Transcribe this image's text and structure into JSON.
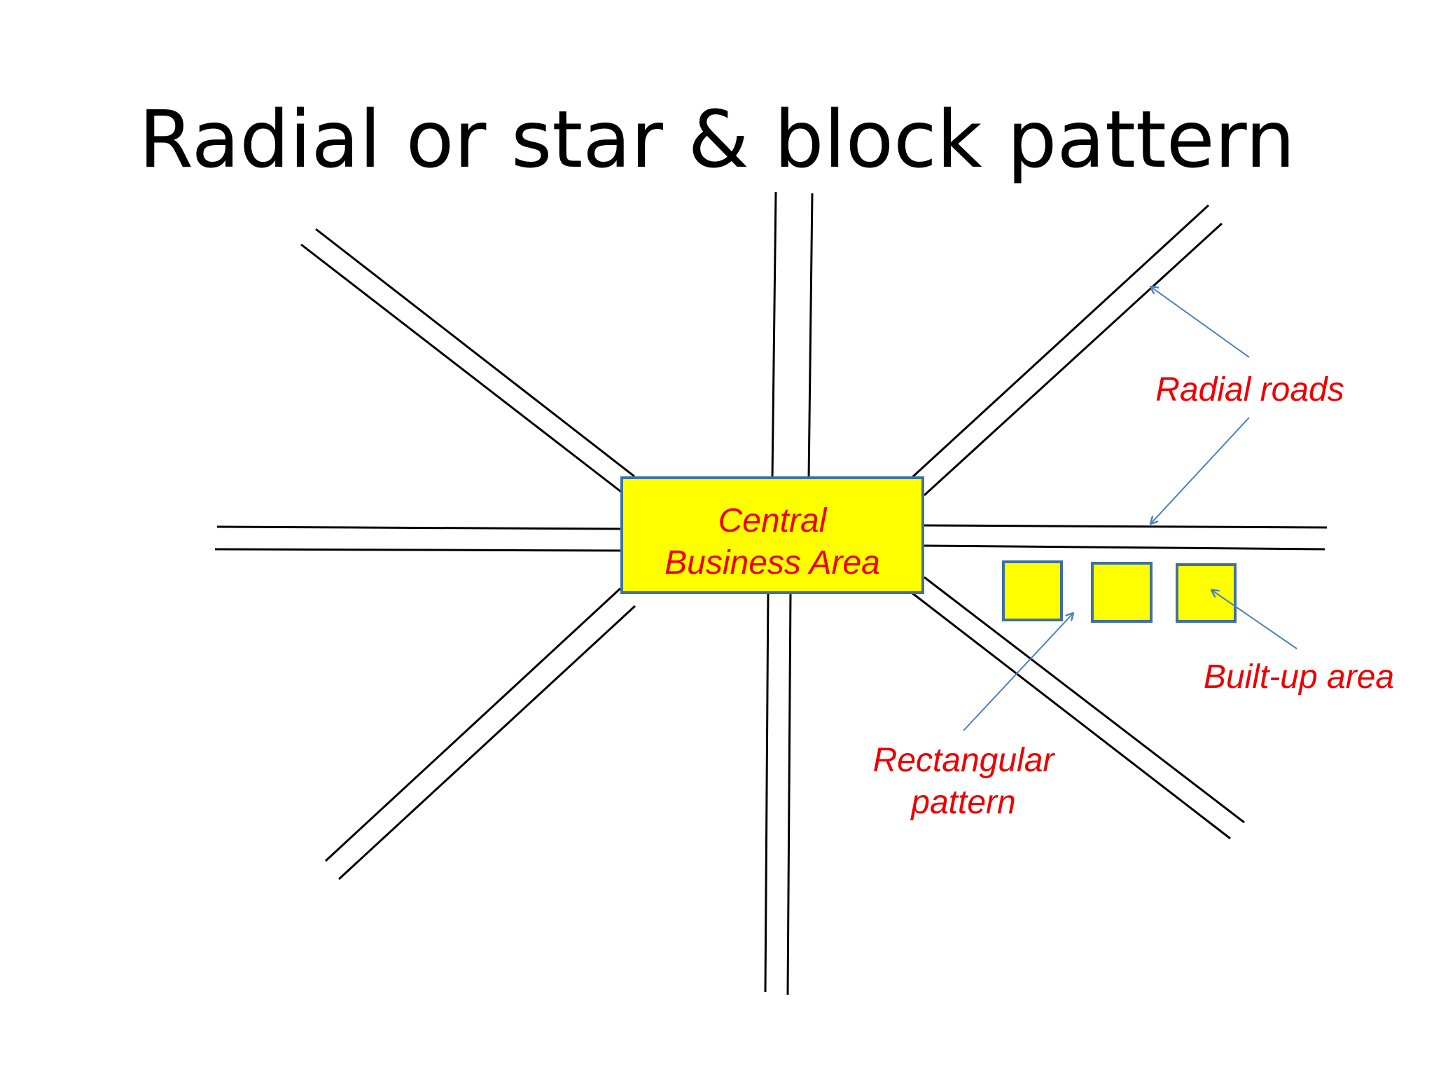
{
  "title": "Radial or star & block pattern",
  "central_area": {
    "line1": "Central",
    "line2": "Business Area"
  },
  "labels": {
    "radial_roads": "Radial roads",
    "built_up_area": "Built-up area",
    "rectangular_pattern_line1": "Rectangular",
    "rectangular_pattern_line2": "pattern"
  },
  "colors": {
    "fill_yellow": "#ffff00",
    "box_border": "#41719c",
    "arrow": "#4f81bd",
    "label_red": "#ee0000",
    "road": "#000000"
  }
}
